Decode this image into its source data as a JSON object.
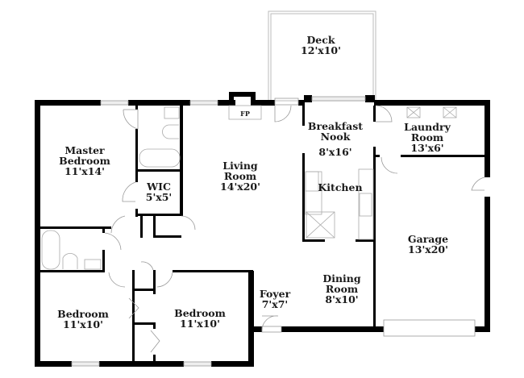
{
  "colors": {
    "wall": "#000000",
    "fixture": "#b0b0b0",
    "window": "#e6e6e6",
    "text": "#1a1a1a"
  },
  "rooms": [
    {
      "id": "deck",
      "name": "Deck",
      "size": "12'x10'"
    },
    {
      "id": "master",
      "name": "Master Bedroom",
      "name_lines": [
        "Master",
        "Bedroom"
      ],
      "size": "11'x14'"
    },
    {
      "id": "wic",
      "name": "WIC",
      "size": "5'x5'"
    },
    {
      "id": "living",
      "name": "Living Room",
      "name_lines": [
        "Living",
        "Room"
      ],
      "size": "14'x20'"
    },
    {
      "id": "nook",
      "name": "Breakfast Nook",
      "name_lines": [
        "Breakfast",
        "Nook"
      ],
      "size": "8'x16'"
    },
    {
      "id": "kitchen",
      "name": "Kitchen"
    },
    {
      "id": "laundry",
      "name": "Laundry Room",
      "name_lines": [
        "Laundry",
        "Room"
      ],
      "size": "13'x6'"
    },
    {
      "id": "garage",
      "name": "Garage",
      "size": "13'x20'"
    },
    {
      "id": "dining",
      "name": "Dining Room",
      "name_lines": [
        "Dining",
        "Room"
      ],
      "size": "8'x10'"
    },
    {
      "id": "foyer",
      "name": "Foyer",
      "size": "7'x7'"
    },
    {
      "id": "bed2",
      "name": "Bedroom",
      "size": "11'x10'"
    },
    {
      "id": "bed3",
      "name": "Bedroom",
      "size": "11'x10'"
    }
  ],
  "fixtures": {
    "fireplace": "FP"
  }
}
